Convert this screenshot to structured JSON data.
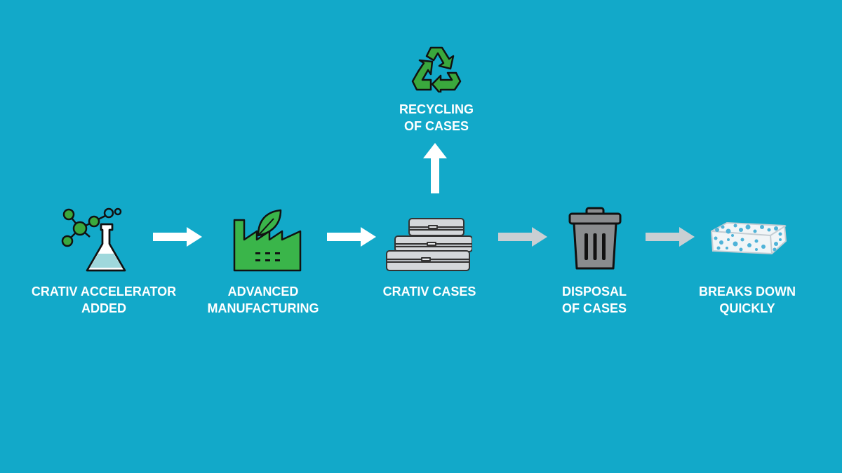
{
  "colors": {
    "background": "#12a9c9",
    "arrow_white": "#ffffff",
    "arrow_grey": "#c9cfd3",
    "recycle_green": "#3aa83d",
    "factory_green": "#3ab54a",
    "flask_liquid": "#9fd8dc",
    "molecule_green": "#3aa83d",
    "case_steel": "#d4d7da",
    "bin_grey": "#8a8c8e",
    "dot_blue": "#4fb3d8"
  },
  "steps": [
    {
      "id": "accelerator",
      "icon": "flask-molecule-icon",
      "lines": [
        "CRATIV ACCELERATOR",
        "ADDED"
      ]
    },
    {
      "id": "manufacturing",
      "icon": "factory-icon",
      "lines": [
        "ADVANCED",
        "MANUFACTURING"
      ]
    },
    {
      "id": "cases",
      "icon": "stacked-cases-icon",
      "lines": [
        "CRATIV CASES"
      ]
    },
    {
      "id": "disposal",
      "icon": "trash-bin-icon",
      "lines": [
        "DISPOSAL",
        "OF CASES"
      ]
    },
    {
      "id": "breakdown",
      "icon": "degrading-case-icon",
      "lines": [
        "BREAKS DOWN",
        "QUICKLY"
      ]
    }
  ],
  "recycling": {
    "icon": "recycle-icon",
    "lines": [
      "RECYCLING",
      "OF CASES"
    ]
  }
}
